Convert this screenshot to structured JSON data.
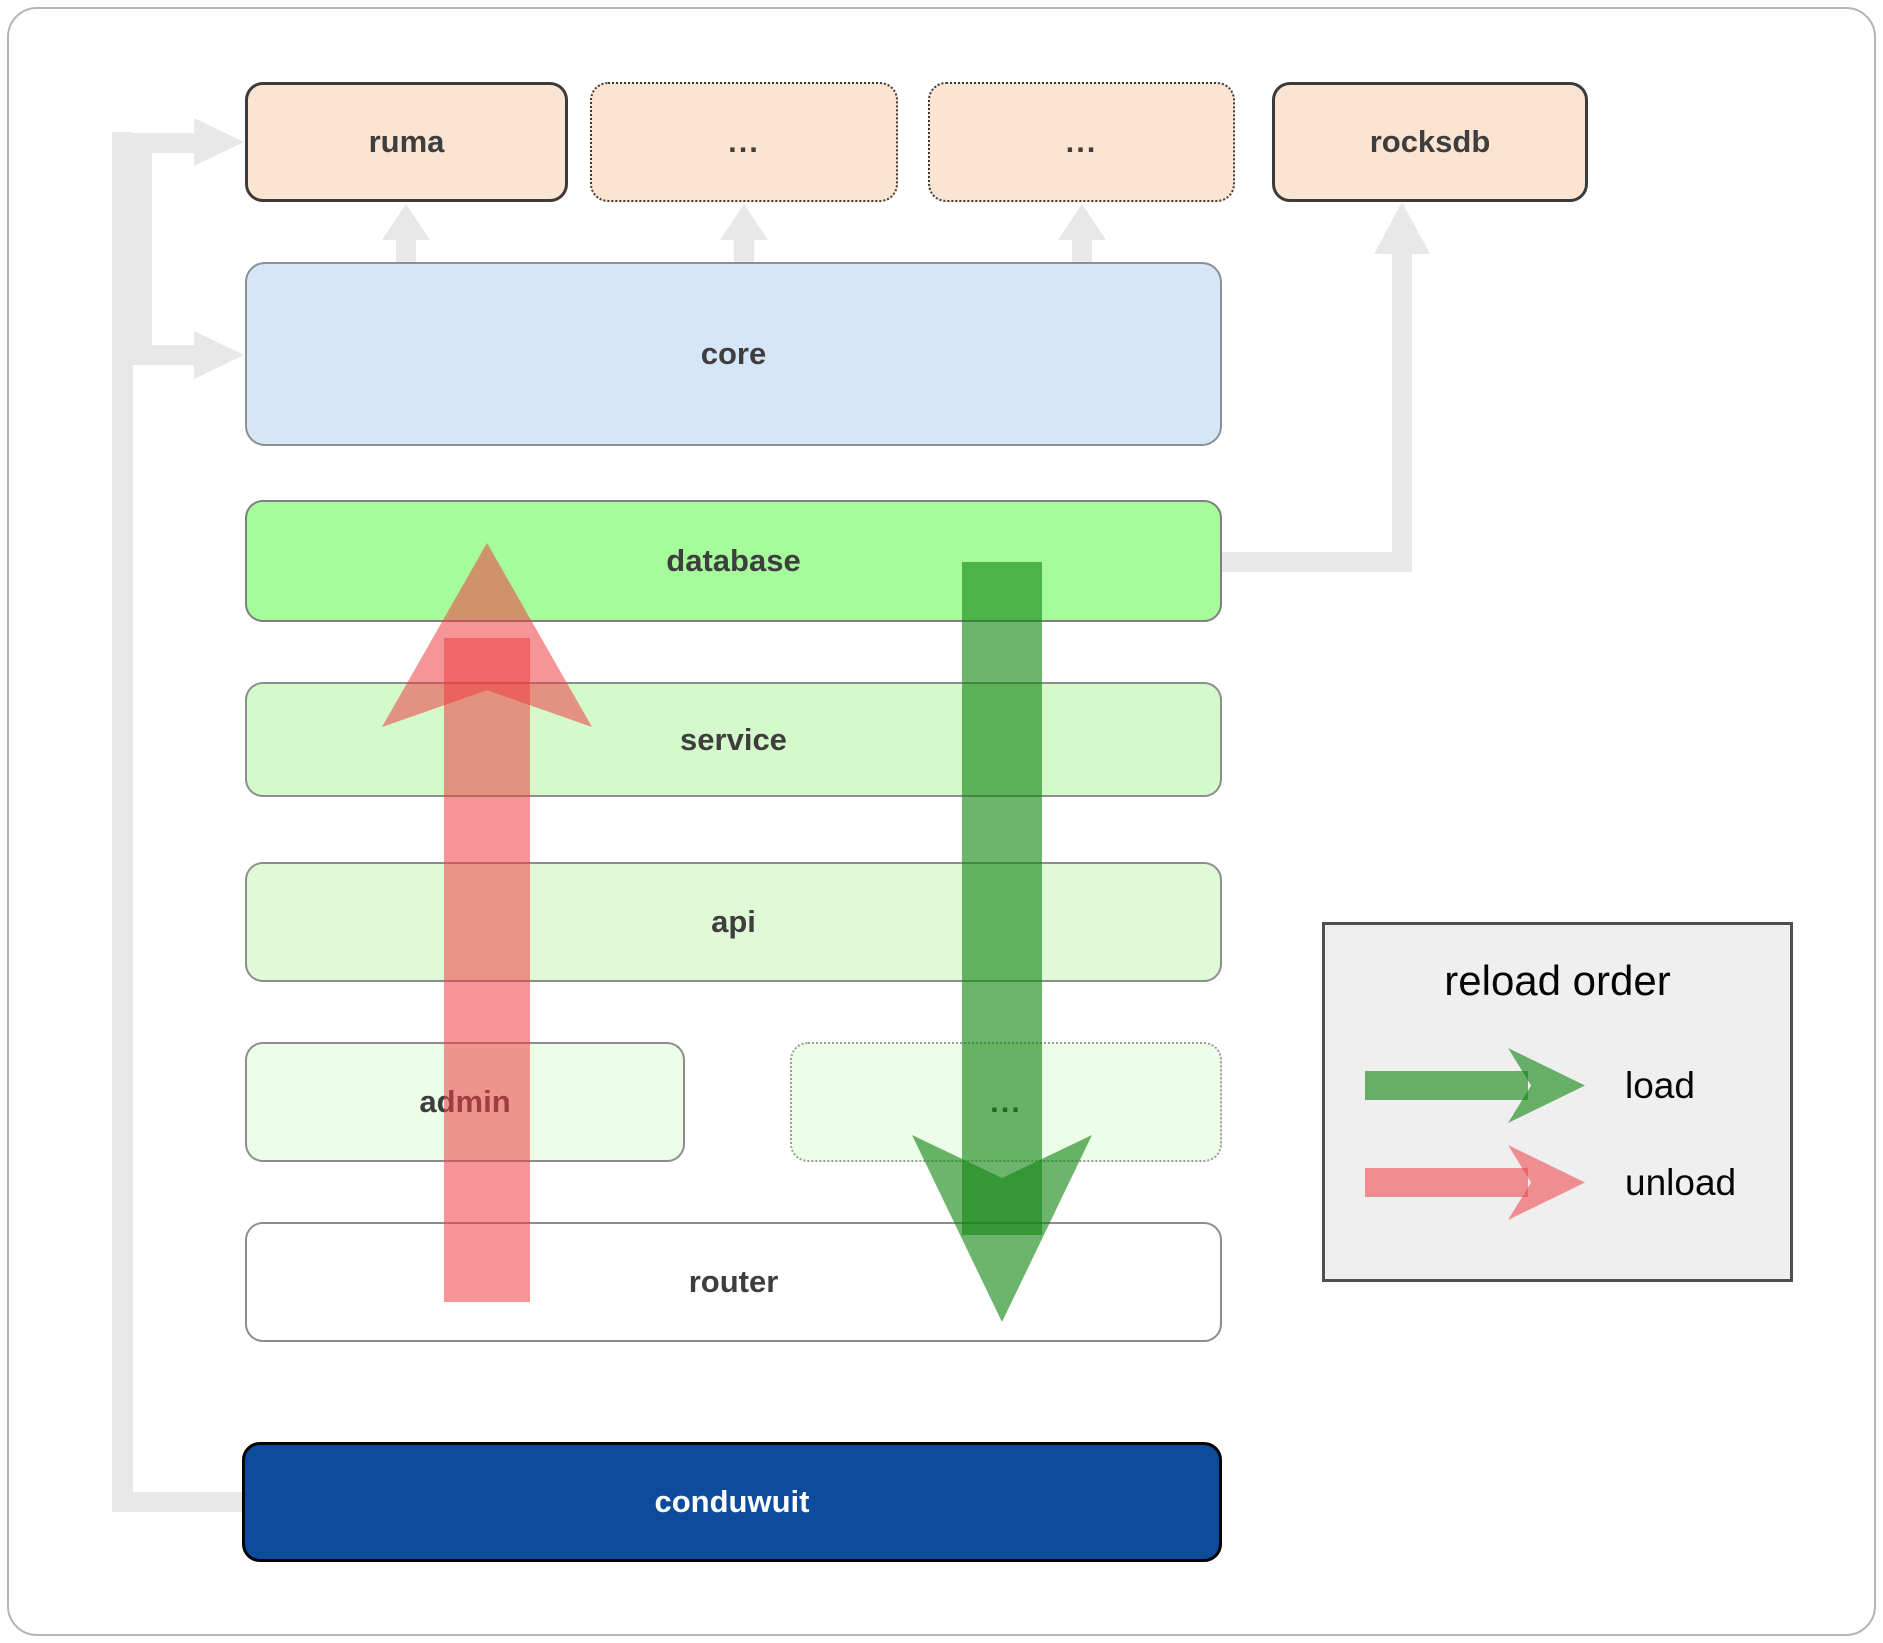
{
  "diagram": {
    "boxes": {
      "ruma": "ruma",
      "top_dots_1": "...",
      "top_dots_2": "...",
      "rocksdb": "rocksdb",
      "core": "core",
      "database": "database",
      "service": "service",
      "api": "api",
      "admin": "admin",
      "admin_dots": "...",
      "router": "router",
      "conduwuit": "conduwuit"
    },
    "legend": {
      "title": "reload order",
      "items": [
        {
          "label": "load",
          "color": "rgba(20,134,20,0.62)"
        },
        {
          "label": "unload",
          "color": "rgba(239,62,66,0.55)"
        }
      ]
    },
    "colors": {
      "peach_box": "#fce4d3",
      "core_blue": "#d4e6f8",
      "database_green": "#a6fb9b",
      "service_green": "#d4f9cb",
      "api_green": "#e0fad8",
      "admin_green": "#ecfde8",
      "conduwuit_blue": "#0d4c9c",
      "connector_gray": "#e8e8e8",
      "box_text": "#3e3e3e"
    }
  }
}
